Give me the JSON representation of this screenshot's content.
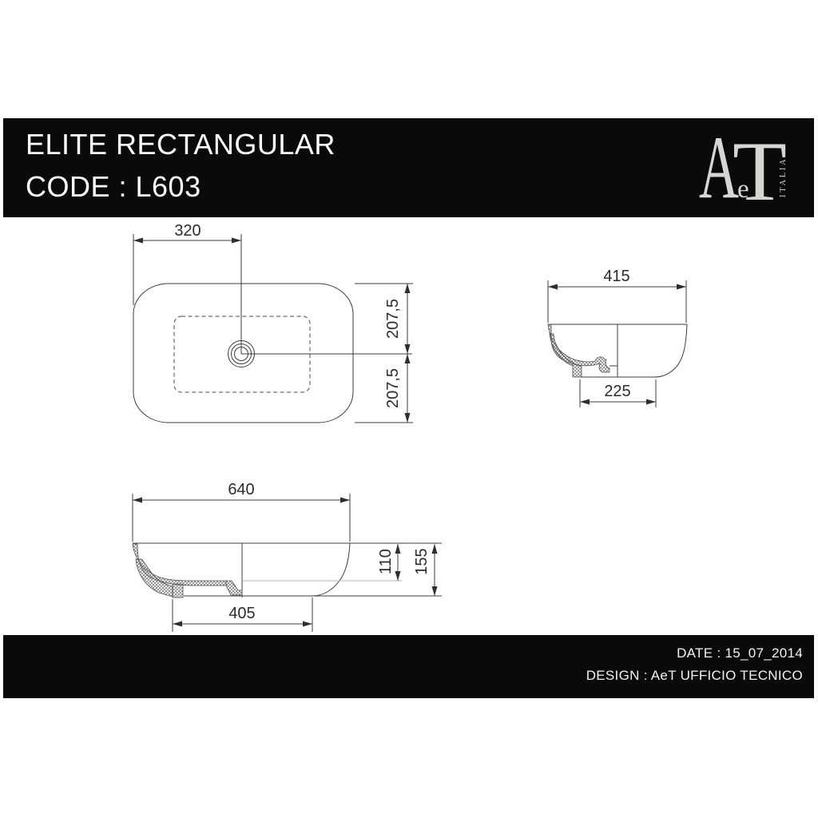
{
  "header": {
    "title": "ELITE RECTANGULAR",
    "code": "CODE : L603",
    "logo": {
      "letter_a": "A",
      "letter_e": "e",
      "letter_t": "T",
      "country": "ITALIA"
    }
  },
  "views": {
    "top_view": {
      "dim_width_to_center": "320",
      "dim_half_depth_upper": "207,5",
      "dim_half_depth_lower": "207,5"
    },
    "end_section": {
      "dim_overall_width": "415",
      "dim_base_width": "225"
    },
    "side_section": {
      "dim_overall_length": "640",
      "dim_basin_depth": "110",
      "dim_overall_height": "155",
      "dim_base_length": "405"
    }
  },
  "footer": {
    "date": "DATE : 15_07_2014",
    "design": "DESIGN : AeT UFFICIO TECNICO"
  },
  "colors": {
    "bar_background": "#0a0a0a",
    "bar_text": "#f2f2f2",
    "logo_silver": "#d8d6d2",
    "drawing_line": "#3c3c3c",
    "dimension_text": "#2c2c2c",
    "light_reference_line": "#b5b5b5",
    "page_background": "#ffffff"
  }
}
